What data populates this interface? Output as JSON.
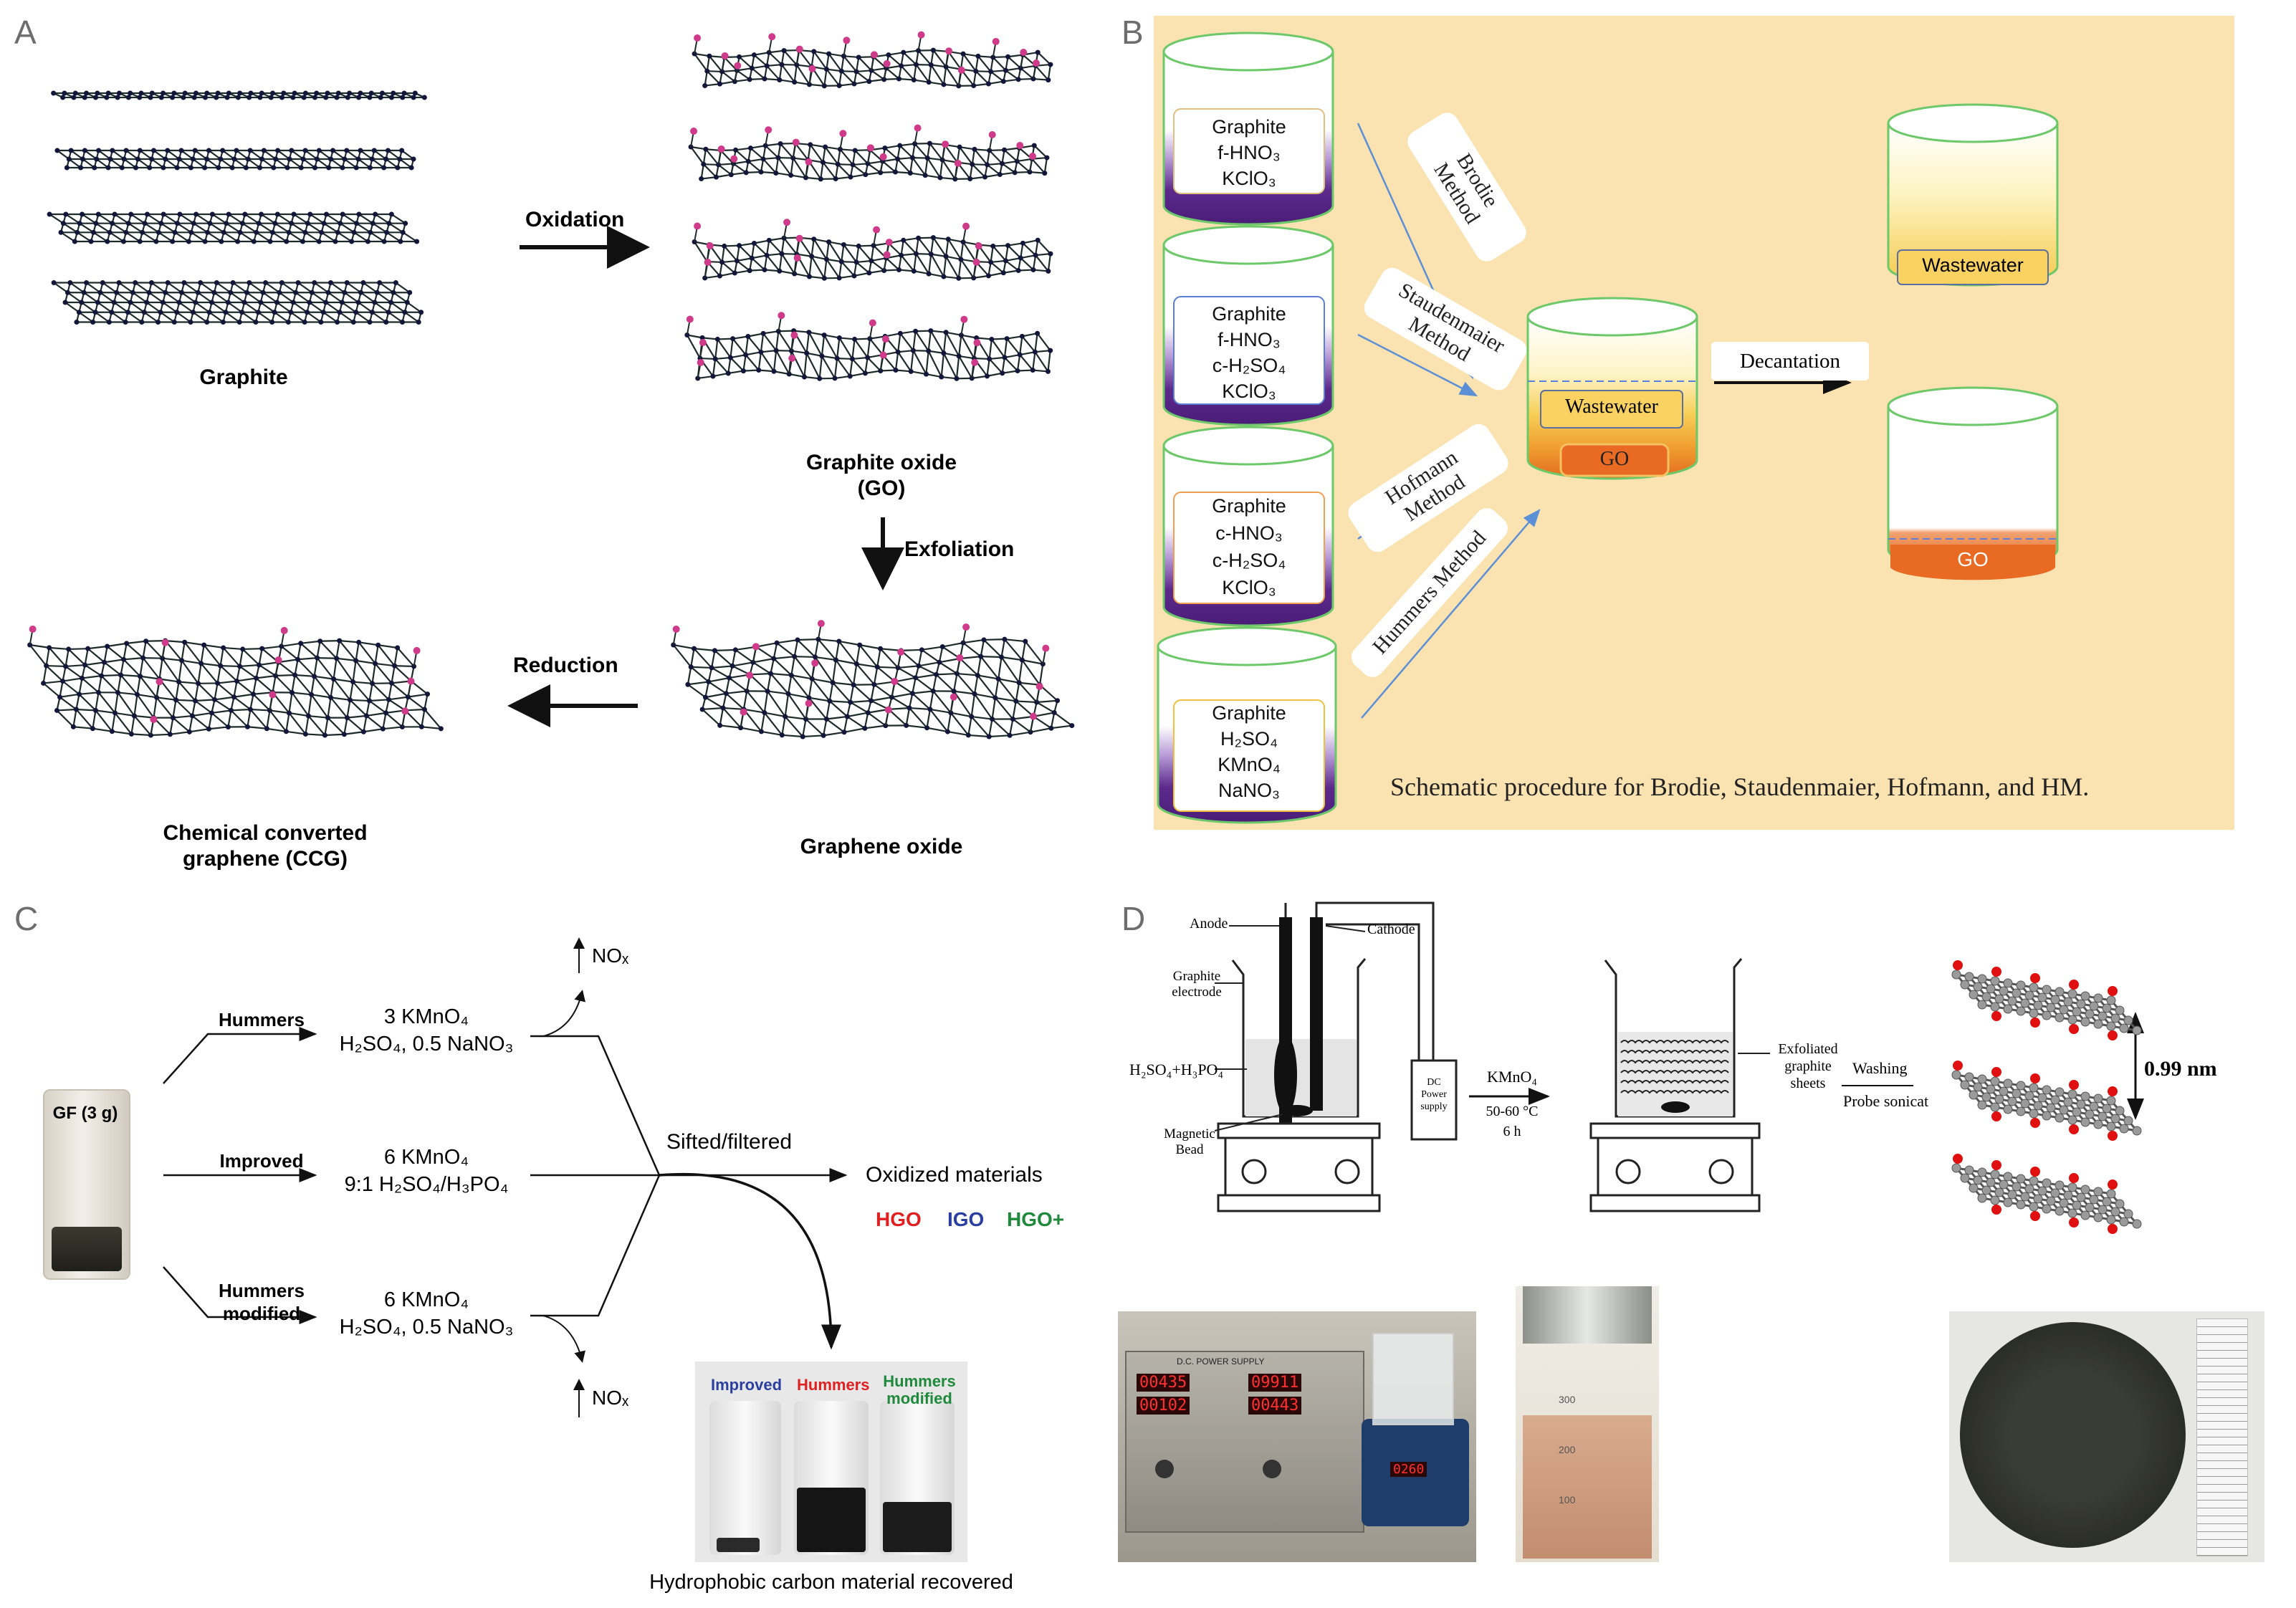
{
  "panels": {
    "a": "A",
    "b": "B",
    "c": "C",
    "d": "D"
  },
  "panel_a": {
    "graphite": "Graphite",
    "oxidation": "Oxidation",
    "graphite_oxide_line1": "Graphite oxide",
    "graphite_oxide_line2": "(GO)",
    "exfoliation": "Exfoliation",
    "reduction": "Reduction",
    "graphene_oxide": "Graphene oxide",
    "ccg_line1": "Chemical converted",
    "ccg_line2": "graphene (CCG)"
  },
  "panel_b": {
    "beakers": [
      {
        "lines": [
          "Graphite",
          "f-HNO₃",
          "KClO₃"
        ]
      },
      {
        "lines": [
          "Graphite",
          "f-HNO₃",
          "c-H₂SO₄",
          "KClO₃"
        ]
      },
      {
        "lines": [
          "Graphite",
          "c-HNO₃",
          "c-H₂SO₄",
          "KClO₃"
        ]
      },
      {
        "lines": [
          "Graphite",
          "H₂SO₄",
          "KMnO₄",
          "NaNO₃"
        ]
      }
    ],
    "methods": {
      "brodie": "Brodie Method",
      "staudenmaier": "Staudenmaier Method",
      "hofmann": "Hofmann Method",
      "hummers": "Hummers Method"
    },
    "center_wastewater": "Wastewater",
    "center_go": "GO",
    "decantation": "Decantation",
    "right_wastewater": "Wastewater",
    "right_go": "GO",
    "caption": "Schematic procedure for Brodie, Staudenmaier, Hofmann, and HM.",
    "colors": {
      "bg": "#fbe3b1",
      "purple": "#5d2a8c",
      "orange": "#e86a23",
      "green": "#6dc86a",
      "arrow": "#5b8fd6"
    }
  },
  "panel_c": {
    "gf_label": "GF (3 g)",
    "hummers": "Hummers",
    "improved": "Improved",
    "hummers_modified_1": "Hummers",
    "hummers_modified_2": "modified",
    "reagent_top_1": "3 KMnO₄",
    "reagent_top_2": "H₂SO₄, 0.5 NaNO₃",
    "reagent_mid_1": "6 KMnO₄",
    "reagent_mid_2": "9:1 H₂SO₄/H₃PO₄",
    "reagent_bot_1": "6 KMnO₄",
    "reagent_bot_2": "H₂SO₄, 0.5 NaNO₃",
    "nox_top": "NOₓ",
    "nox_bottom": "NOₓ",
    "sifted": "Sifted/filtered",
    "oxidized": "Oxidized materials",
    "hgo": "HGO",
    "igo": "IGO",
    "hgo_plus": "HGO+",
    "photo_improved": "Improved",
    "photo_hummers": "Hummers",
    "photo_hm1": "Hummers",
    "photo_hm2": "modified",
    "recovered": "Hydrophobic carbon  material recovered",
    "colors": {
      "red": "#e02020",
      "blue": "#2a3fa0",
      "green": "#1f8a3c"
    }
  },
  "panel_d": {
    "anode": "Anode",
    "cathode": "Cathode",
    "graphite_electrode_1": "Graphite",
    "graphite_electrode_2": "electrode",
    "acid": "H₂SO₄+H₃PO₄",
    "magnetic_1": "Magnetic",
    "magnetic_2": "Bead",
    "dc_1": "DC",
    "dc_2": "Power",
    "dc_3": "supply",
    "kmno4": "KMnO₄",
    "temp": "50-60 °C",
    "time": "6 h",
    "exfoliated_1": "Exfoliated",
    "exfoliated_2": "graphite",
    "exfoliated_3": "sheets",
    "washing": "Washing",
    "probe": "Probe sonicat",
    "spacing": "0.99 nm",
    "psu_top_left": "00435",
    "psu_top_right": "09911",
    "psu_bot_left": "00102",
    "psu_bot_right": "00443",
    "stirrer_display": "0260",
    "psu_title": "D.C. POWER SUPPLY",
    "jar_300": "300",
    "jar_200": "200",
    "jar_100": "100"
  }
}
